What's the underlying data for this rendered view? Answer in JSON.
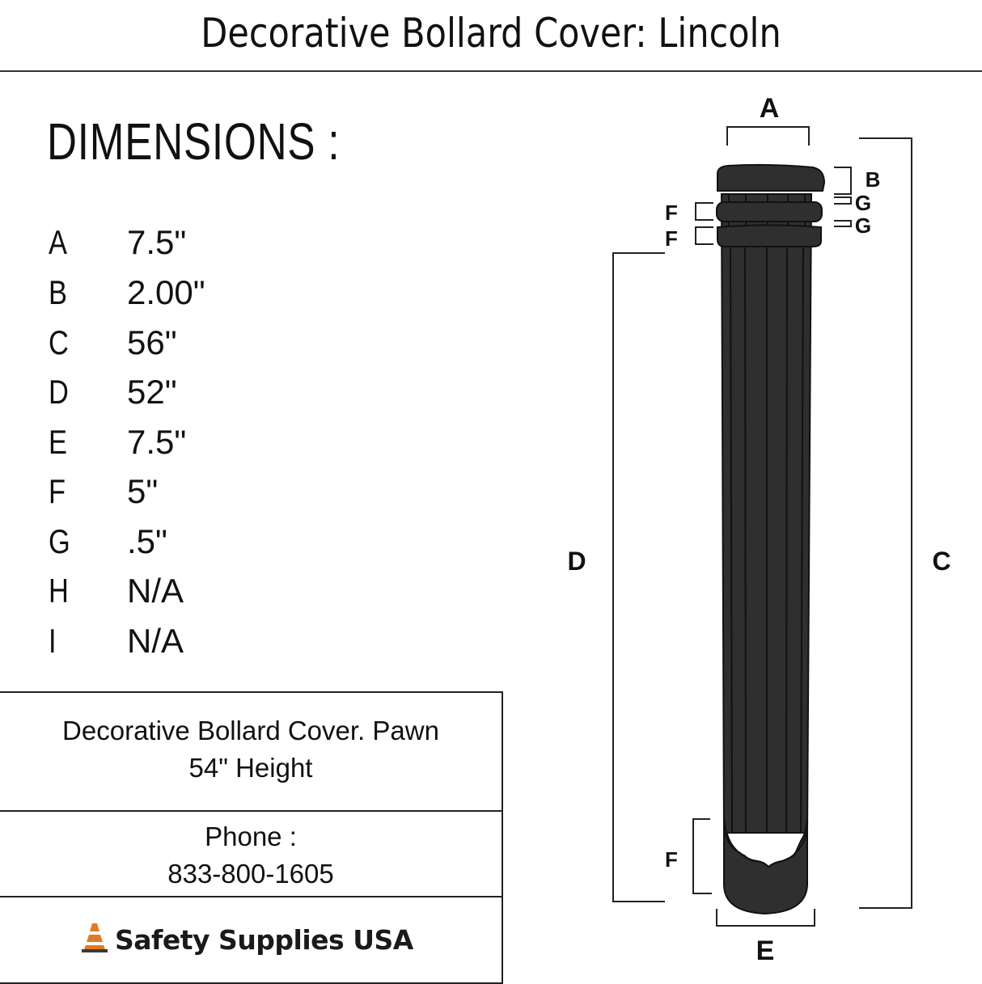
{
  "header": {
    "title": "Decorative Bollard Cover: Lincoln"
  },
  "dimensions": {
    "heading": "DIMENSIONS :",
    "rows": [
      {
        "key": "A",
        "value": "7.5\""
      },
      {
        "key": "B",
        "value": "2.00\""
      },
      {
        "key": "C",
        "value": "56\""
      },
      {
        "key": "D",
        "value": "52\""
      },
      {
        "key": "E",
        "value": "7.5\""
      },
      {
        "key": "F",
        "value": "5\""
      },
      {
        "key": "G",
        "value": ".5\""
      },
      {
        "key": "H",
        "value": "N/A"
      },
      {
        "key": "I",
        "value": "N/A"
      }
    ]
  },
  "info_table": {
    "description_line1": "Decorative Bollard Cover. Pawn",
    "description_line2": "54\" Height",
    "phone_label": "Phone :",
    "phone_number": "833-800-1605",
    "brand": "Safety Supplies USA",
    "brand_icon": "traffic-cone-icon"
  },
  "diagram": {
    "labels": {
      "A": "A",
      "B": "B",
      "C": "C",
      "D": "D",
      "E": "E",
      "F_top1": "F",
      "F_top2": "F",
      "F_bottom": "F",
      "G1": "G",
      "G2": "G"
    },
    "colors": {
      "bollard_fill": "#2f2f2f",
      "bollard_stroke": "#111111",
      "cone_orange": "#e07b24"
    }
  }
}
